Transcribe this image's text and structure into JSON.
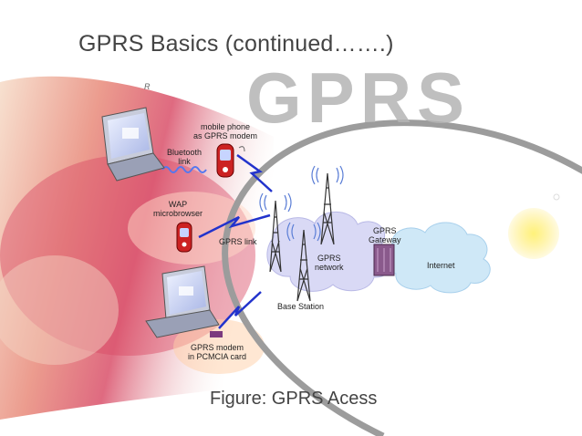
{
  "slide": {
    "title": "GPRS Basics (continued…….)",
    "caption": "Figure: GPRS Acess",
    "watermark": "GPRS",
    "colors": {
      "title_text": "#444444",
      "cloud": "#d9d9f5",
      "internet_cloud": "#cfe8f7",
      "radio_link": "#2233cc",
      "gateway": "#8a5a8c",
      "phone": "#cc2222",
      "laptop": "#8a8fa8"
    }
  },
  "diagram": {
    "labels": {
      "mobile_phone_modem": "mobile phone\nas GPRS modem",
      "bluetooth": "Bluetooth\nlink",
      "wap": "WAP\nmicrobrowser",
      "gprs_link": "GPRS link",
      "gprs_network": "GPRS\nnetwork",
      "gprs_gateway": "GPRS\nGateway",
      "internet": "Internet",
      "base_station": "Base Station",
      "pcmcia": "GPRS modem\nin PCMCIA card"
    }
  }
}
